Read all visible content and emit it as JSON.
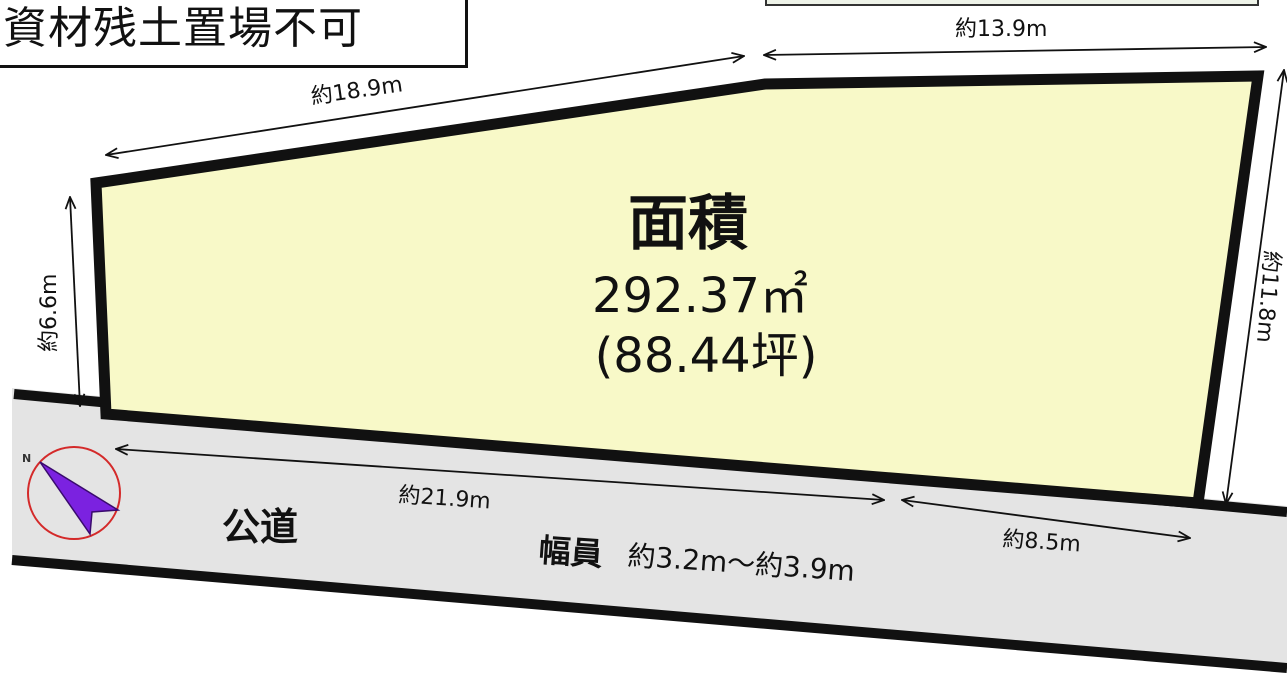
{
  "notice": {
    "text": "資材残土置場不可"
  },
  "lot": {
    "area_title": "面積",
    "area_sqm": "292.37㎡",
    "area_tsubo": "(88.44坪)",
    "fill_color": "#f8f9c8"
  },
  "dimensions": {
    "top_left": "約18.9m",
    "top_right": "約13.9m",
    "left": "約6.6m",
    "right": "約11.8m",
    "bottom_left": "約21.9m",
    "bottom_right": "約8.5m"
  },
  "road": {
    "name": "公道",
    "width_label": "幅員",
    "width_value": "約3.2m〜約3.9m",
    "fill_color": "#e4e4e4"
  },
  "compass": {
    "north_label": "N",
    "needle_color": "#7b22e0",
    "ring_color": "#d42a2a"
  }
}
